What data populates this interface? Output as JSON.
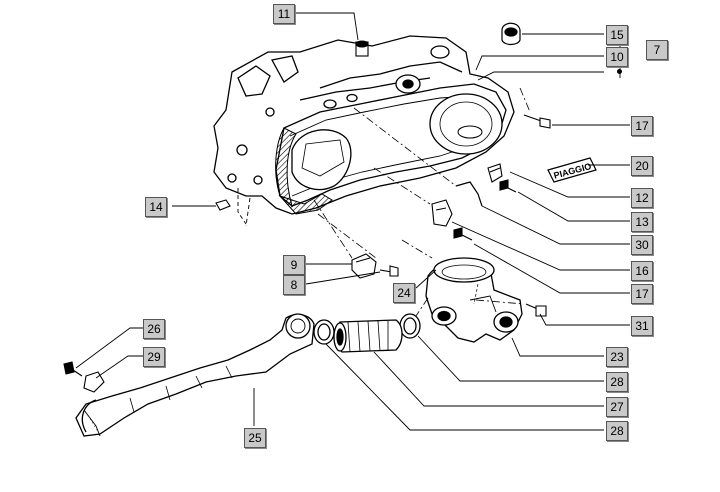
{
  "brand_label": "PIAGGIO",
  "callouts": {
    "c11": "11",
    "c15": "15",
    "c10": "10",
    "c7": "7",
    "c17a": "17",
    "c20": "20",
    "c12": "12",
    "c13": "13",
    "c14": "14",
    "c30": "30",
    "c16": "16",
    "c9": "9",
    "c8": "8",
    "c24": "24",
    "c17b": "17",
    "c31": "31",
    "c26": "26",
    "c29": "29",
    "c23": "23",
    "c28a": "28",
    "c27": "27",
    "c25": "25",
    "c28b": "28"
  }
}
